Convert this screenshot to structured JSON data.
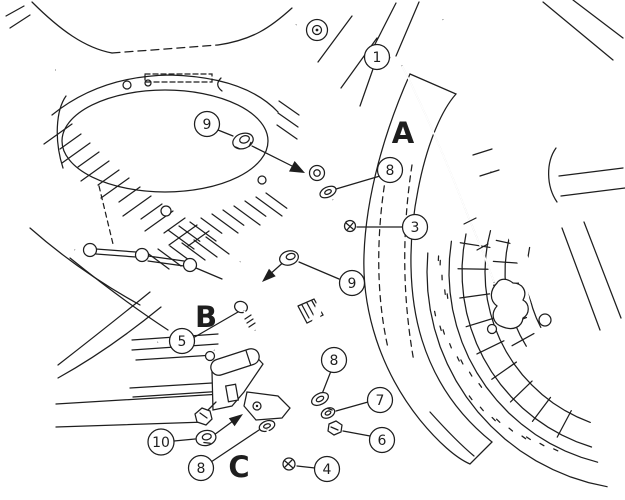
{
  "diagram": {
    "title": "engine-guard-installation-diagram",
    "callouts": {
      "c1": "1",
      "c3": "3",
      "c4": "4",
      "c5": "5",
      "c6": "6",
      "c7": "7",
      "c8a": "8",
      "c8b": "8",
      "c8c": "8",
      "c9a": "9",
      "c9b": "9",
      "c10": "10"
    },
    "sections": {
      "a": "A",
      "b": "B",
      "c": "C"
    },
    "colors": {
      "line": "#1e1e1e",
      "background": "#ffffff"
    }
  }
}
